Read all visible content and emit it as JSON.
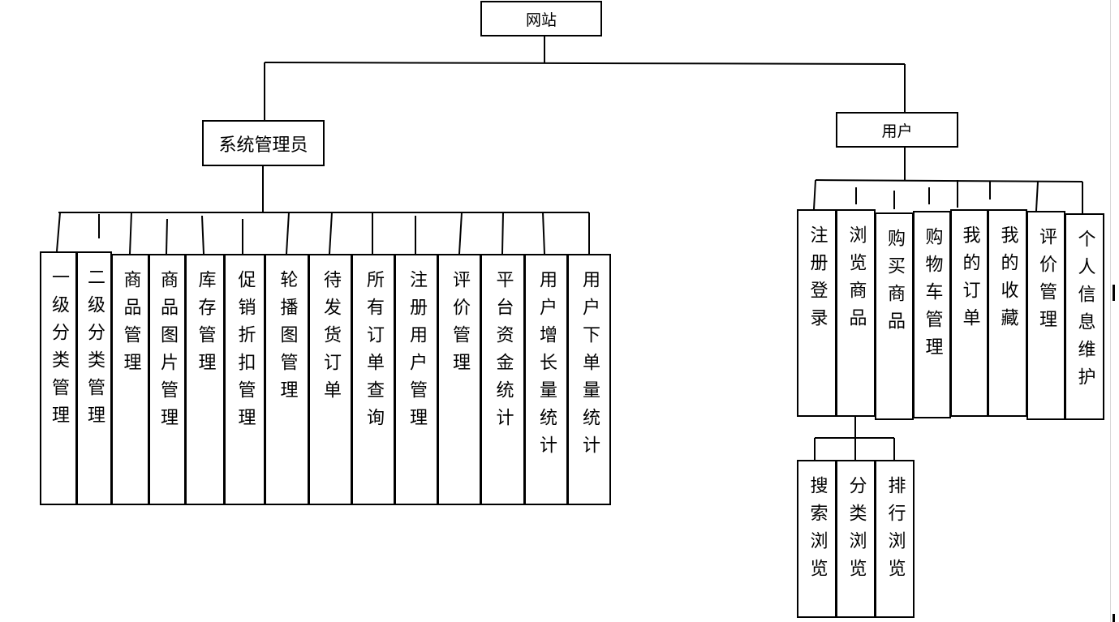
{
  "root": {
    "label": "网站"
  },
  "branches": {
    "admin": {
      "label": "系统管理员",
      "children": [
        "一级分类管理",
        "二级分类管理",
        "商品管理",
        "商品图片管理",
        "库存管理",
        "促销折扣管理",
        "轮播图管理",
        "待发货订单",
        "所有订单查询",
        "注册用户管理",
        "评价管理",
        "平台资金统计",
        "用户增长量统计",
        "用户下单量统计"
      ]
    },
    "user": {
      "label": "用户",
      "children": [
        "注册登录",
        "浏览商品",
        "购买商品",
        "购物车管理",
        "我的订单",
        "我的收藏",
        "评价管理",
        "个人信息维护"
      ],
      "browse_children": [
        "搜索浏览",
        "分类浏览",
        "排行浏览"
      ]
    }
  }
}
